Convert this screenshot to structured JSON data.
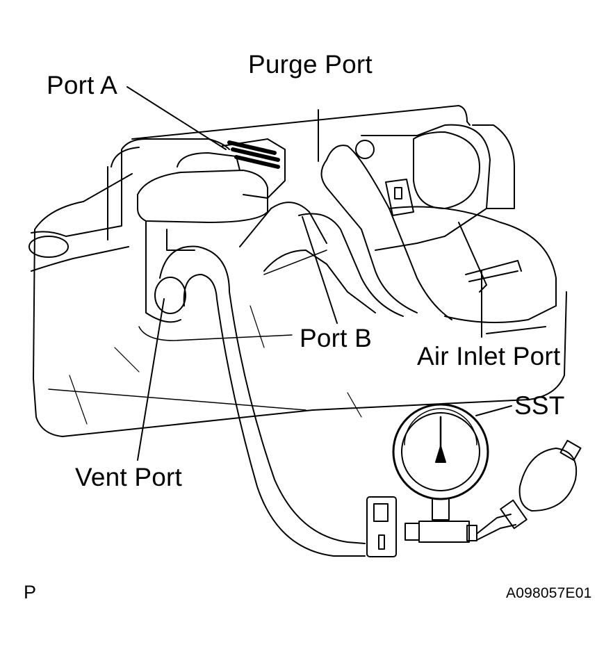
{
  "labels": {
    "purge_port": "Purge Port",
    "port_a": "Port A",
    "port_b": "Port B",
    "air_inlet_port": "Air Inlet Port",
    "sst": "SST",
    "vent_port": "Vent Port"
  },
  "corner": {
    "page_letter": "P",
    "figure_code": "A098057E01"
  },
  "colors": {
    "ink": "#000000",
    "paper": "#ffffff"
  }
}
